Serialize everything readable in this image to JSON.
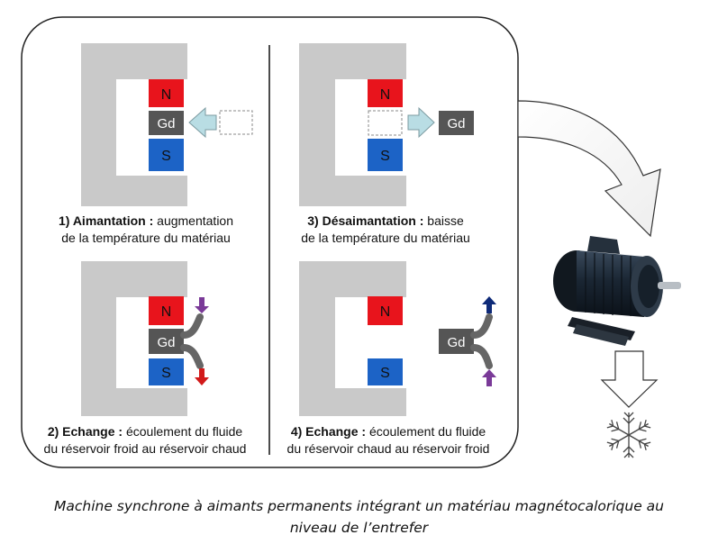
{
  "panels": [
    {
      "bold": "1) Aimantation :",
      "rest": " augmentation",
      "line2": "de la température du matériau"
    },
    {
      "bold": "3) Désaimantation :",
      "rest": " baisse",
      "line2": "de la température du matériau"
    },
    {
      "bold": "2) Echange :",
      "rest": " écoulement du fluide",
      "line2": "du réservoir froid au réservoir chaud"
    },
    {
      "bold": "4) Echange :",
      "rest": " écoulement du fluide",
      "line2": "du réservoir chaud au réservoir froid"
    }
  ],
  "labels": {
    "north": "N",
    "south": "S",
    "material": "Gd"
  },
  "caption": {
    "line1": "Machine synchrone à aimants permanents intégrant un matériau magnétocalorique au",
    "line2": "niveau de l’entrefer"
  },
  "colors": {
    "north": "#e8141c",
    "south": "#1c63c6",
    "material": "#555555",
    "yoke": "#c9c9c9",
    "arrow_down_purple": "#7a3a98",
    "arrow_down_red": "#d21a1a",
    "arrow_up_navy": "#0e2a78"
  },
  "icons": [
    "electric-motor-icon",
    "snowflake-icon",
    "curved-arrow-icon",
    "down-arrow-icon"
  ]
}
